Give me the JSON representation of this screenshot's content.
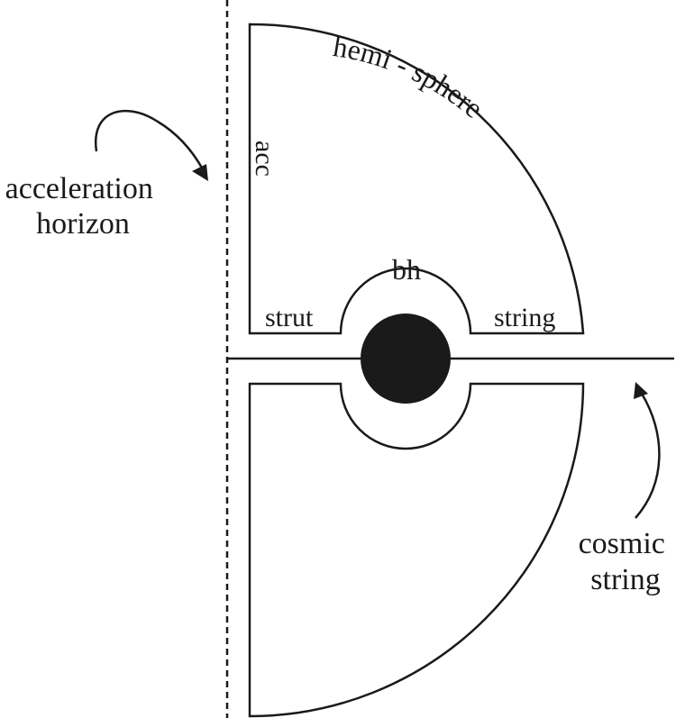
{
  "labels": {
    "acceleration_horizon_line1": "acceleration",
    "acceleration_horizon_line2": "horizon",
    "cosmic_string_line1": "cosmic",
    "cosmic_string_line2": "string",
    "acc": "acc",
    "hemi_sphere": "hemi - sphere",
    "bh": "bh",
    "strut": "strut",
    "string": "string"
  },
  "colors": {
    "ink": "#1a1a1a",
    "background": "#ffffff"
  }
}
